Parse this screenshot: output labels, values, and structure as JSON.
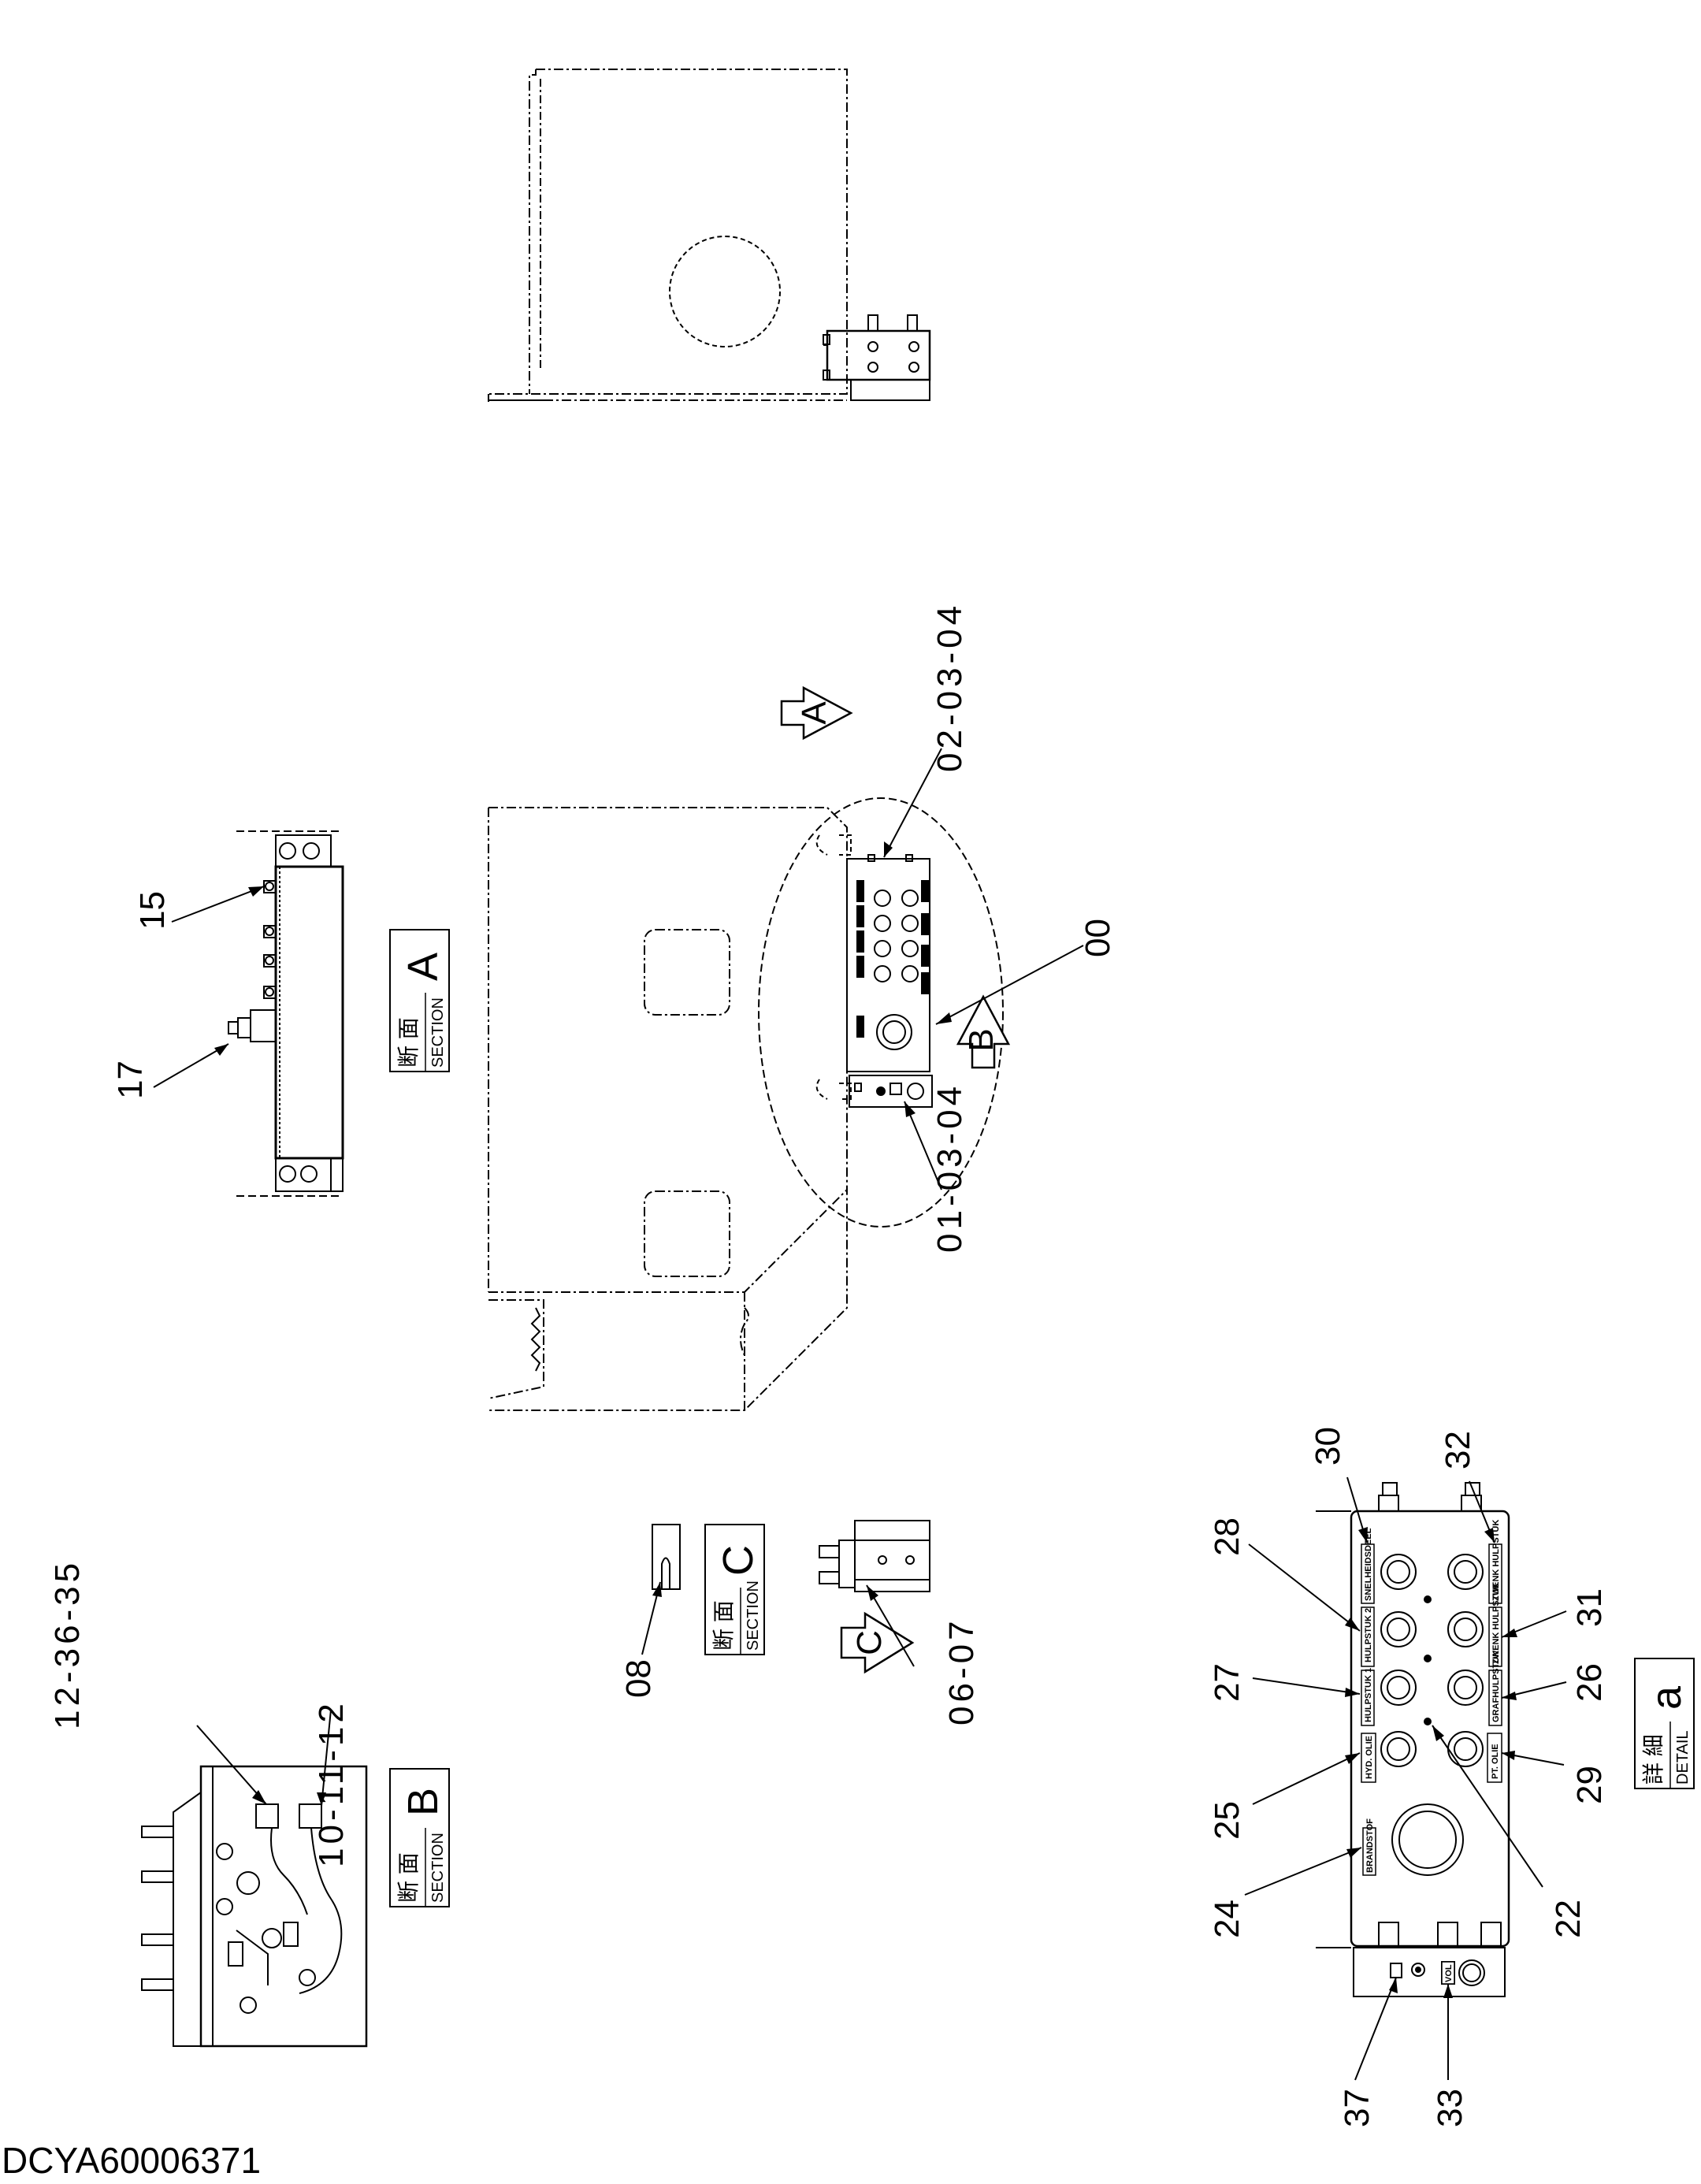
{
  "document_id": "DCYA60006371",
  "view_labels": {
    "section_a": {
      "kanji": "断 面",
      "word": "SECTION",
      "letter": "A"
    },
    "section_b": {
      "kanji": "断 面",
      "word": "SECTION",
      "letter": "B"
    },
    "section_c": {
      "kanji": "断 面",
      "word": "SECTION",
      "letter": "C"
    },
    "detail_a": {
      "kanji": "詳 細",
      "word": "DETAIL",
      "letter": "a"
    }
  },
  "view_arrows": {
    "a": "A",
    "b": "B",
    "c": "C"
  },
  "callouts": {
    "c_02_03_04": "02-03-04",
    "c_00": "00",
    "c_01_03_04": "01-03-04",
    "c_15": "15",
    "c_17": "17",
    "c_08": "08",
    "c_06_07": "06-07",
    "c_12_36_35": "12-36-35",
    "c_10_11_12": "10-11-12",
    "c_30": "30",
    "c_32": "32",
    "c_28": "28",
    "c_31": "31",
    "c_27": "27",
    "c_26": "26",
    "c_25": "25",
    "c_29": "29",
    "c_24": "24",
    "c_22": "22",
    "c_37": "37",
    "c_33": "33"
  },
  "detail_tags": {
    "t_30": "SNELHEIDSDEEL",
    "t_32": "ZWENK HULPSTUK",
    "t_28": "HULPSTUK 2",
    "t_31": "ZWENK HULPSTUK",
    "t_27": "HULPSTUK 1",
    "t_26": "GRAFHULPSTUK",
    "t_25": "HYD. OLIE",
    "t_29": "PT. OLIE",
    "t_24": "BRANDSTOF",
    "t_33": "VOL"
  }
}
